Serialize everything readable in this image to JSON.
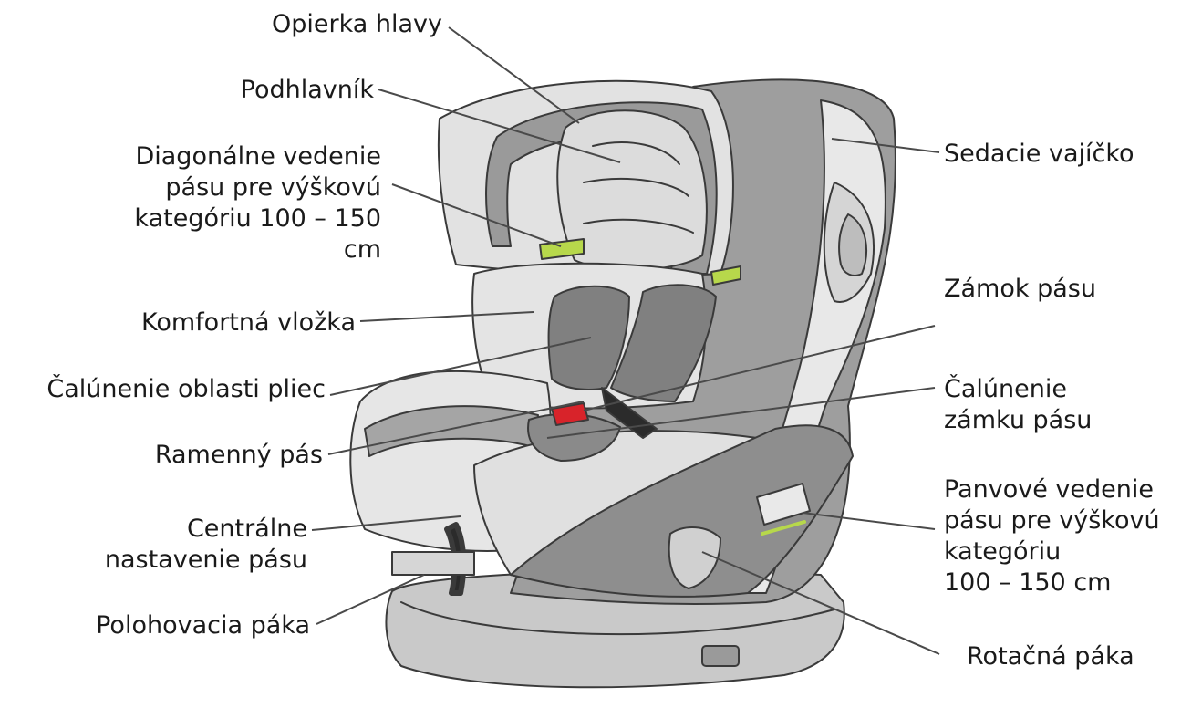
{
  "labels": {
    "opierka_hlavy": "Opierka hlavy",
    "podhlavnik": "Podhlavník",
    "diagonalne_vedenie": "Diagonálne vedenie\npásu pre výškovú\nkategóriu 100 – 150\ncm",
    "komfortna_vlozka": "Komfortná vložka",
    "calunenie_pliec": "Čalúnenie oblasti pliec",
    "ramenny_pas": "Ramenný pás",
    "centralne_nastavenie": "Centrálne\nnastavenie pásu",
    "polohovacia_paka": "Polohovacia páka",
    "sedacie_vajicko": "Sedacie vajíčko",
    "zamok_pasu": "Zámok pásu",
    "calunenie_zamku": "Čalúnenie\nzámku pásu",
    "panvove_vedenie": "Panvové vedenie\npásu pre výškovú\nkategóriu\n100 – 150 cm",
    "rotacna_paka": "Rotačná páka"
  },
  "colors": {
    "outline": "#3a3a3a",
    "light_fabric": "#e6e6e6",
    "mid_fabric": "#a3a3a3",
    "dark_fabric": "#7d7d7d",
    "belt": "#2b2b2b",
    "belt_guide": "#b7d84b",
    "buckle": "#d8232a",
    "base": "#c9c9c9"
  }
}
